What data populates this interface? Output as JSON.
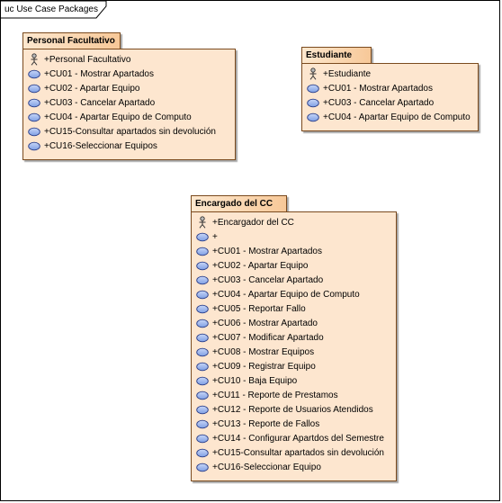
{
  "diagram": {
    "title": "uc Use Case Packages"
  },
  "packages": [
    {
      "name": "Personal Facultativo",
      "items": [
        {
          "icon": "actor-icon",
          "label": "+Personal Facultativo"
        },
        {
          "icon": "use-case-icon",
          "label": "+CU01 - Mostrar Apartados"
        },
        {
          "icon": "use-case-icon",
          "label": "+CU02 - Apartar Equipo"
        },
        {
          "icon": "use-case-icon",
          "label": "+CU03 - Cancelar Apartado"
        },
        {
          "icon": "use-case-icon",
          "label": "+CU04 - Apartar Equipo de Computo"
        },
        {
          "icon": "use-case-icon",
          "label": "+CU15-Consultar apartados sin devolución"
        },
        {
          "icon": "use-case-icon",
          "label": "+CU16-Seleccionar Equipos"
        }
      ]
    },
    {
      "name": "Estudiante",
      "items": [
        {
          "icon": "actor-icon",
          "label": "+Estudiante"
        },
        {
          "icon": "use-case-icon",
          "label": "+CU01 - Mostrar Apartados"
        },
        {
          "icon": "use-case-icon",
          "label": "+CU03 - Cancelar Apartado"
        },
        {
          "icon": "use-case-icon",
          "label": "+CU04 - Apartar Equipo de Computo"
        }
      ]
    },
    {
      "name": "Encargado del CC",
      "items": [
        {
          "icon": "actor-icon",
          "label": "+Encargador del CC"
        },
        {
          "icon": "use-case-icon",
          "label": "+"
        },
        {
          "icon": "use-case-icon",
          "label": "+CU01 - Mostrar Apartados"
        },
        {
          "icon": "use-case-icon",
          "label": "+CU02 - Apartar Equipo"
        },
        {
          "icon": "use-case-icon",
          "label": "+CU03 - Cancelar Apartado"
        },
        {
          "icon": "use-case-icon",
          "label": "+CU04 - Apartar Equipo de Computo"
        },
        {
          "icon": "use-case-icon",
          "label": "+CU05 - Reportar Fallo"
        },
        {
          "icon": "use-case-icon",
          "label": "+CU06 - Mostrar Apartado"
        },
        {
          "icon": "use-case-icon",
          "label": "+CU07 - Modificar Apartado"
        },
        {
          "icon": "use-case-icon",
          "label": "+CU08 - Mostrar Equipos"
        },
        {
          "icon": "use-case-icon",
          "label": "+CU09 - Registrar Equipo"
        },
        {
          "icon": "use-case-icon",
          "label": "+CU10 - Baja Equipo"
        },
        {
          "icon": "use-case-icon",
          "label": "+CU11 - Reporte de Prestamos"
        },
        {
          "icon": "use-case-icon",
          "label": "+CU12 - Reporte de Usuarios Atendidos"
        },
        {
          "icon": "use-case-icon",
          "label": "+CU13 - Reporte de Fallos"
        },
        {
          "icon": "use-case-icon",
          "label": "+CU14 - Configurar Apartdos del Semestre"
        },
        {
          "icon": "use-case-icon",
          "label": "+CU15-Consultar apartados sin devolución"
        },
        {
          "icon": "use-case-icon",
          "label": "+CU16-Seleccionar Equipo"
        }
      ]
    }
  ],
  "colors": {
    "package_fill": "#fde6cf",
    "package_border": "#7a4a1e",
    "use_case_fill": "#7f9fe4",
    "use_case_stroke": "#2b3f8a"
  }
}
